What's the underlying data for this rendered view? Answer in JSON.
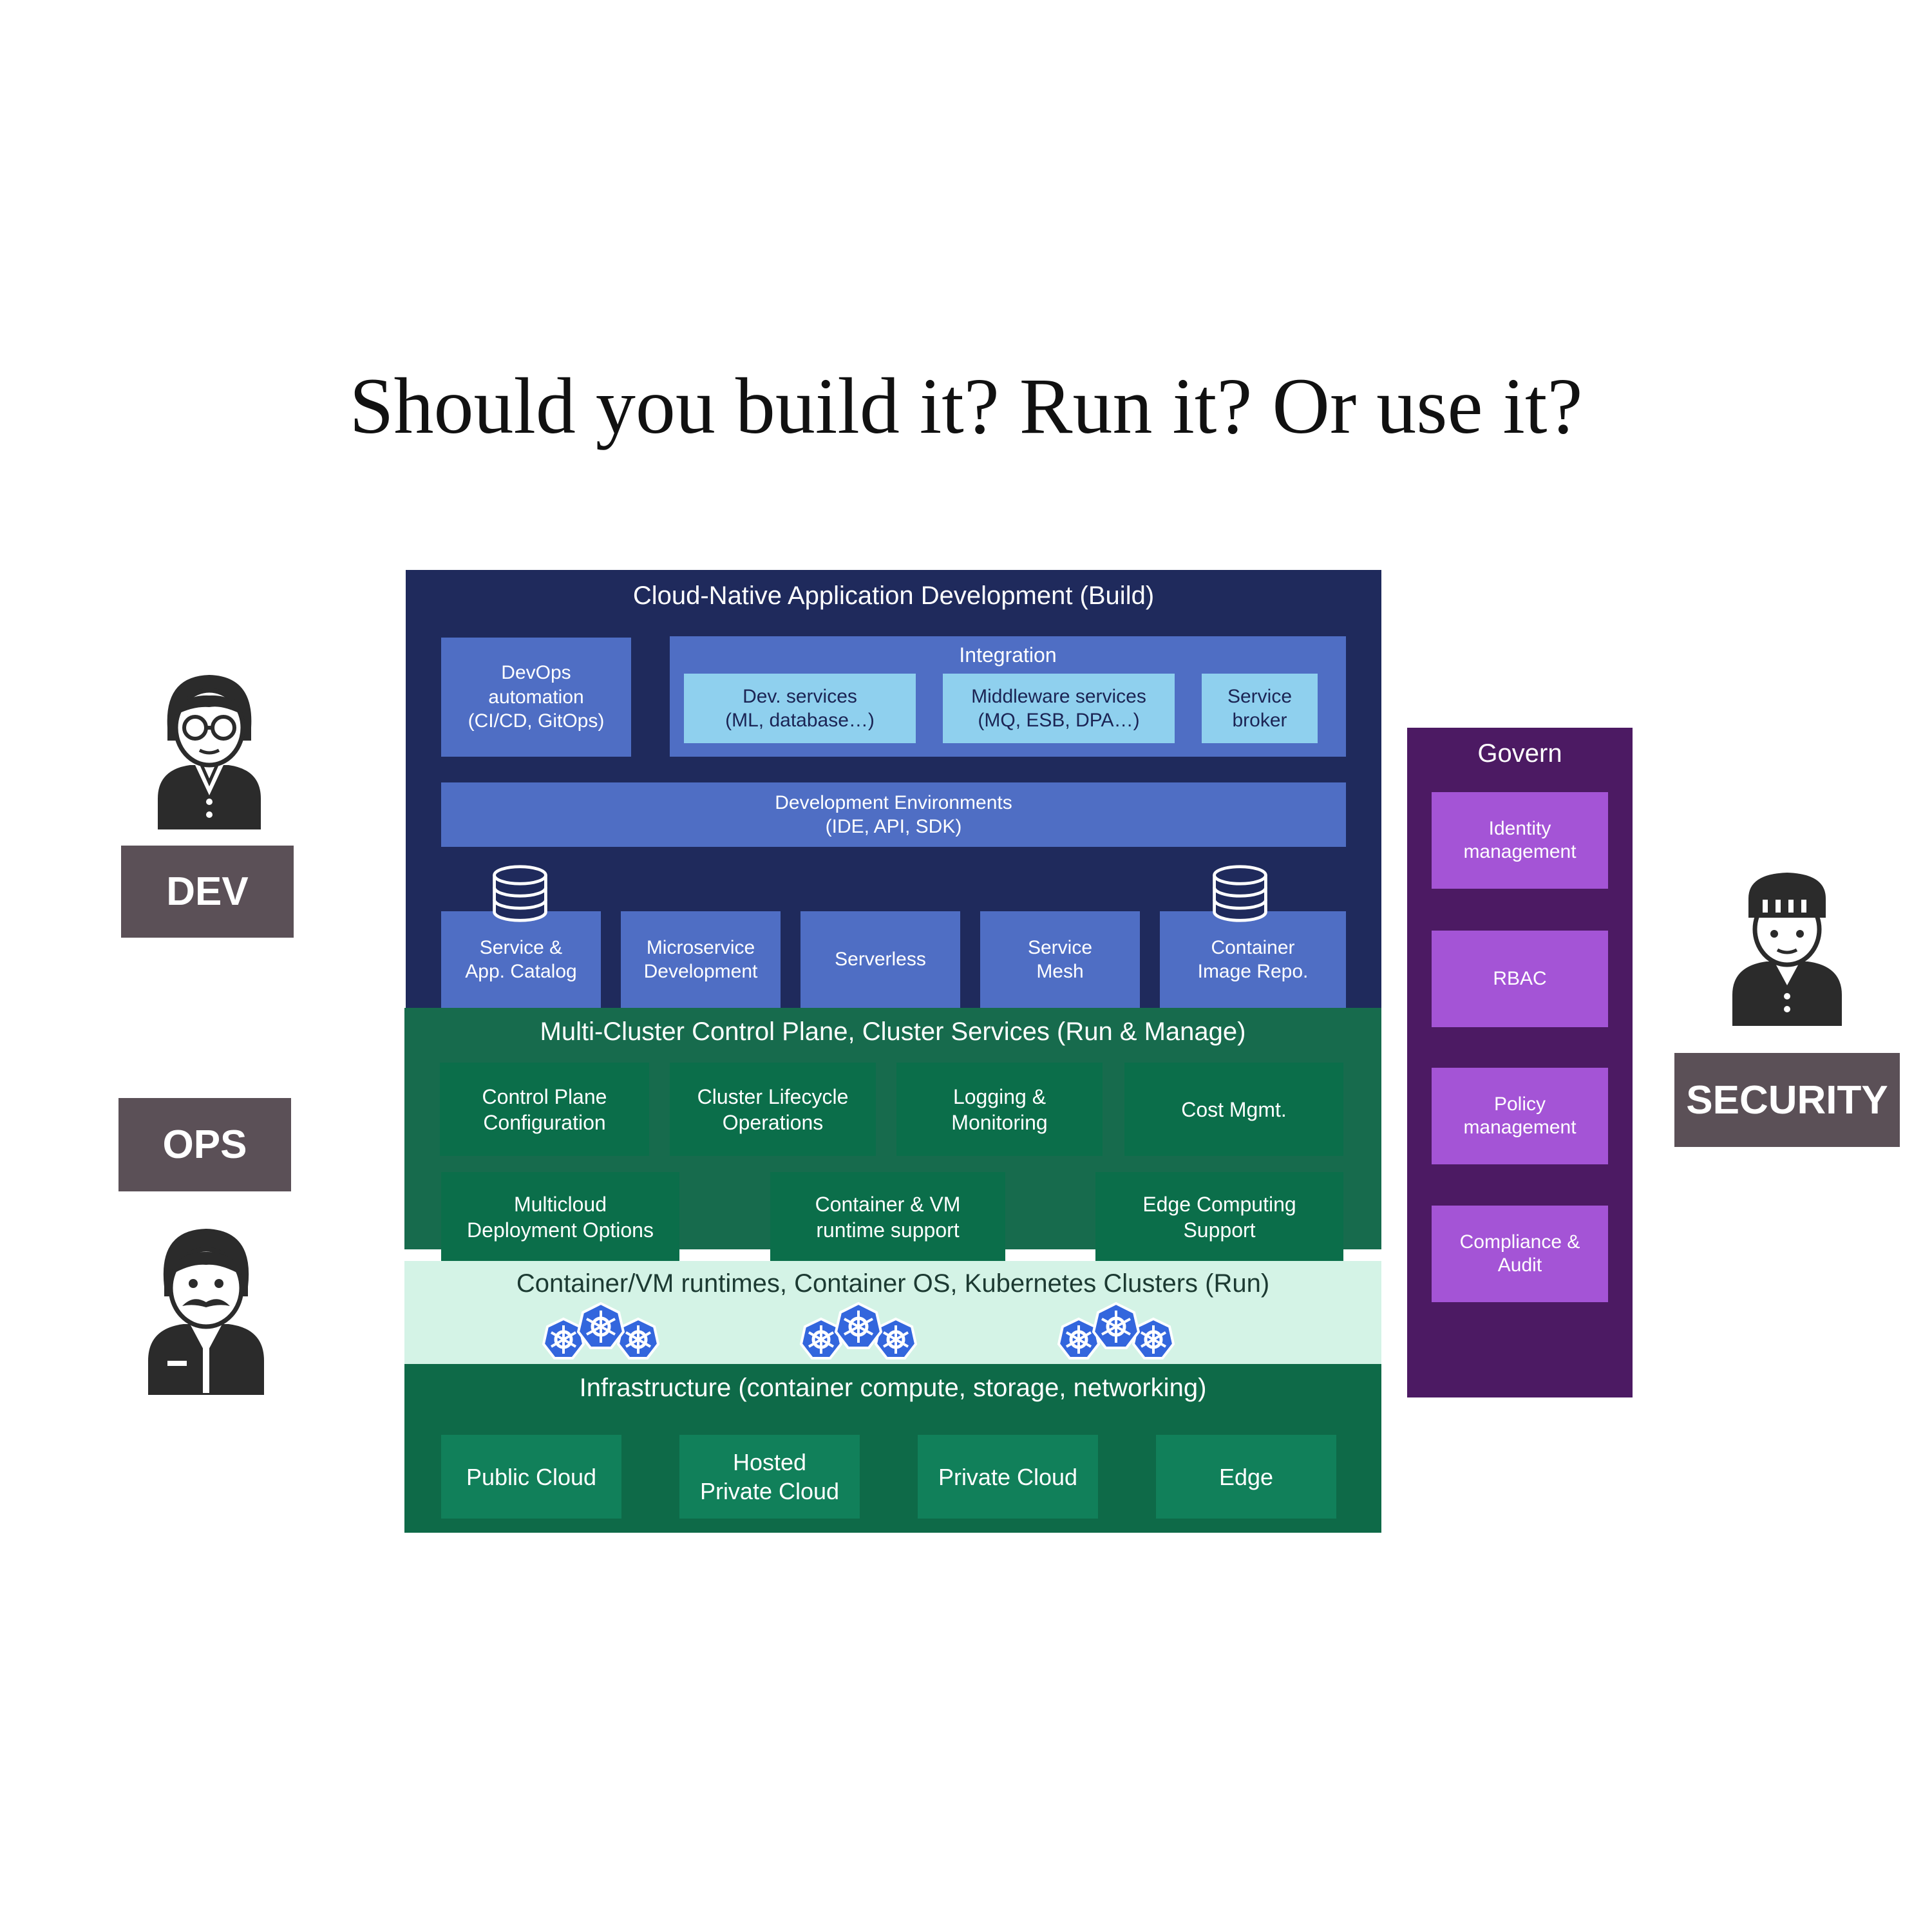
{
  "headline": "Should you build it? Run it? Or use it?",
  "build": {
    "title": "Cloud-Native Application Development (Build)",
    "devops": "DevOps\nautomation\n(CI/CD, GitOps)",
    "integration": {
      "title": "Integration",
      "items": [
        "Dev. services\n(ML, database…)",
        "Middleware services\n(MQ, ESB, DPA…)",
        "Service\nbroker"
      ]
    },
    "dev_env": "Development Environments\n(IDE, API, SDK)",
    "tiles": [
      "Service &\nApp. Catalog",
      "Microservice\nDevelopment",
      "Serverless",
      "Service\nMesh",
      "Container\nImage Repo."
    ]
  },
  "manage": {
    "title": "Multi-Cluster Control Plane, Cluster Services (Run & Manage)",
    "row1": [
      "Control Plane\nConfiguration",
      "Cluster Lifecycle\nOperations",
      "Logging &\nMonitoring",
      "Cost Mgmt."
    ],
    "row2": [
      "Multicloud\nDeployment Options",
      "Container & VM\nruntime support",
      "Edge Computing\nSupport"
    ]
  },
  "run": {
    "title": "Container/VM runtimes, Container OS, Kubernetes Clusters (Run)"
  },
  "infra": {
    "title": "Infrastructure (container compute, storage, networking)",
    "items": [
      "Public Cloud",
      "Hosted\nPrivate Cloud",
      "Private Cloud",
      "Edge"
    ]
  },
  "govern": {
    "title": "Govern",
    "items": [
      "Identity\nmanagement",
      "RBAC",
      "Policy\nmanagement",
      "Compliance &\nAudit"
    ]
  },
  "roles": {
    "dev": "DEV",
    "ops": "OPS",
    "security": "SECURITY"
  },
  "icons": {
    "dev": "developer-person-icon",
    "ops": "operator-person-icon",
    "security": "security-person-icon",
    "database": "database-icon",
    "kubernetes": "kubernetes-helm-icon"
  },
  "colors": {
    "build_bg": "#1f2a5c",
    "build_box": "#4f6ec4",
    "integration_item": "#8fd0ee",
    "manage_bg": "#176b4d",
    "run_bg": "#d4f3e6",
    "infra_bg": "#0e6a48",
    "govern_bg": "#4c1a63",
    "govern_box": "#a454d6",
    "role_label": "#5b5057",
    "kubernetes": "#3366dd"
  }
}
